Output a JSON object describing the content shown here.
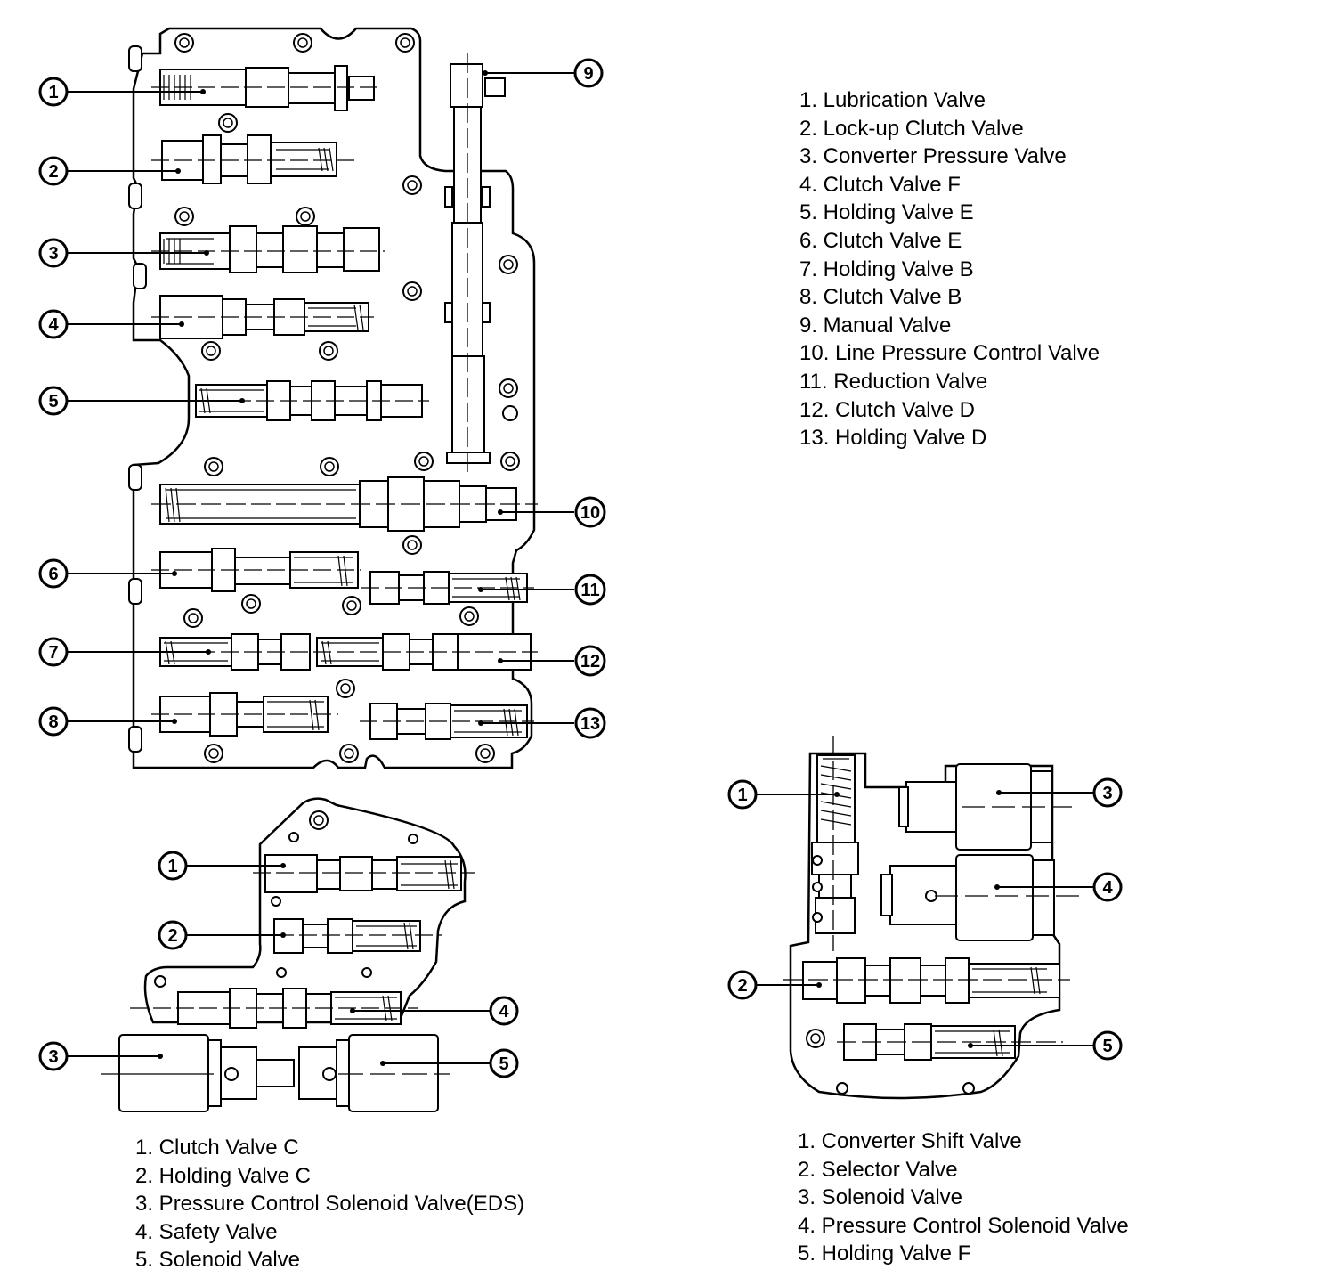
{
  "diagrams": [
    {
      "id": "main-valve-body",
      "callouts": [
        "1",
        "2",
        "3",
        "4",
        "5",
        "6",
        "7",
        "8",
        "9",
        "10",
        "11",
        "12",
        "13"
      ],
      "legend": [
        "1. Lubrication Valve",
        "2. Lock-up Clutch Valve",
        "3. Converter Pressure Valve",
        "4. Clutch  Valve F",
        "5. Holding Valve E",
        "6. Clutch Valve E",
        "7. Holding Valve B",
        "8. Clutch Valve B",
        "9. Manual Valve",
        "10. Line Pressure Control Valve",
        "11. Reduction Valve",
        "12. Clutch Valve D",
        "13. Holding Valve D"
      ]
    },
    {
      "id": "lower-left-valve-body",
      "callouts": [
        "1",
        "2",
        "3",
        "4",
        "5"
      ],
      "legend": [
        "1. Clutch Valve C",
        "2. Holding Valve C",
        "3. Pressure Control Solenoid Valve(EDS)",
        "4. Safety Valve",
        "5. Solenoid Valve"
      ]
    },
    {
      "id": "lower-right-valve-body",
      "callouts": [
        "1",
        "2",
        "3",
        "4",
        "5"
      ],
      "legend": [
        "1. Converter Shift Valve",
        "2. Selector Valve",
        "3. Solenoid Valve",
        "4. Pressure Control Solenoid Valve",
        "5. Holding Valve F"
      ]
    }
  ]
}
